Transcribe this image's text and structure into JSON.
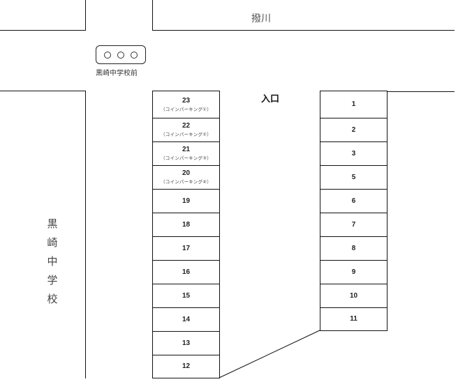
{
  "map": {
    "river_label": "撥川",
    "entrance_label": "入口",
    "school_label_chars": [
      "黒",
      "崎",
      "中",
      "学",
      "校"
    ],
    "bus_stop": {
      "name": "黒崎中学校前",
      "symbols": [
        "○",
        "○",
        "○"
      ]
    }
  },
  "left_column": [
    {
      "number": "23",
      "note": "（コインパーキング①）"
    },
    {
      "number": "22",
      "note": "（コインパーキング②）"
    },
    {
      "number": "21",
      "note": "（コインパーキング③）"
    },
    {
      "number": "20",
      "note": "（コインパーキング④）"
    },
    {
      "number": "19"
    },
    {
      "number": "18"
    },
    {
      "number": "17"
    },
    {
      "number": "16"
    },
    {
      "number": "15"
    },
    {
      "number": "14"
    },
    {
      "number": "13"
    },
    {
      "number": "12"
    }
  ],
  "right_column": [
    {
      "number": "1"
    },
    {
      "number": "2"
    },
    {
      "number": "3"
    },
    {
      "number": "5"
    },
    {
      "number": "6"
    },
    {
      "number": "7"
    },
    {
      "number": "8"
    },
    {
      "number": "9"
    },
    {
      "number": "10"
    },
    {
      "number": "11"
    }
  ]
}
